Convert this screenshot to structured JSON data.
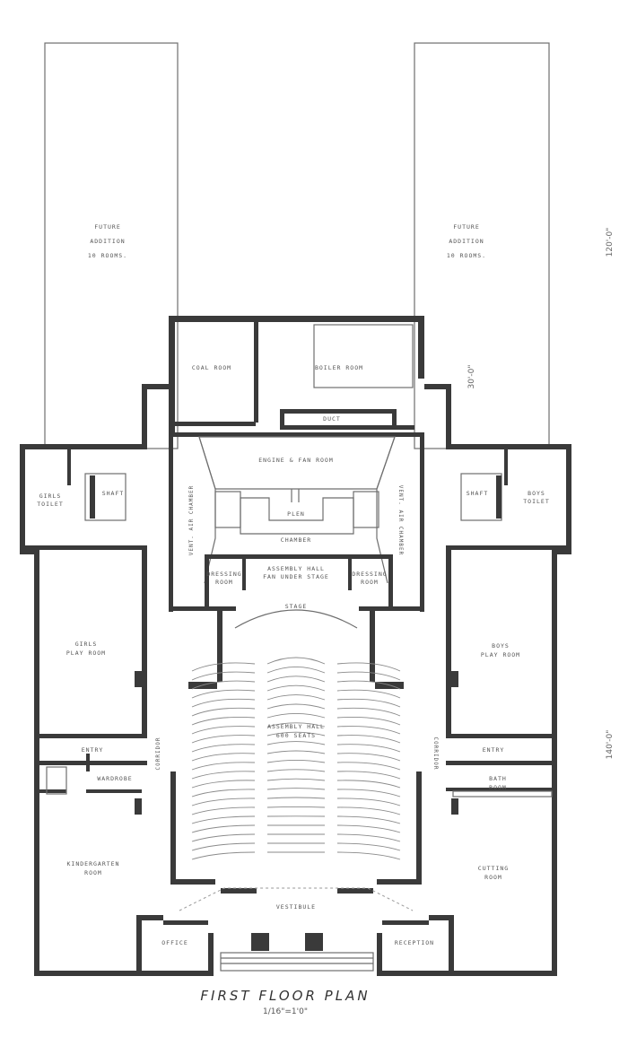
{
  "labels": {
    "future_left": [
      "FUTURE",
      "ADDITION",
      "10 ROOMS."
    ],
    "future_right": [
      "FUTURE",
      "ADDITION",
      "10 ROOMS."
    ],
    "coal_room": "COAL ROOM",
    "boiler_room": "BOILER ROOM",
    "duct": "DUCT",
    "engine_fan_room": "ENGINE & FAN ROOM",
    "plen": "PLEN",
    "chamber": "CHAMBER",
    "girls_toilet": [
      "GIRLS",
      "TOILET"
    ],
    "shaft_left": "SHAFT",
    "boys_toilet": [
      "BOYS",
      "TOILET"
    ],
    "shaft_right": "SHAFT",
    "vent_air_chamber_left": "VENT. AIR CHAMBER",
    "vent_air_chamber_right": "VENT. AIR CHAMBER",
    "dressing_room_left": [
      "DRESSING",
      "ROOM"
    ],
    "dressing_room_right": [
      "DRESSING",
      "ROOM"
    ],
    "assembly_hall_under_stage": [
      "ASSEMBLY HALL",
      "FAN UNDER STAGE"
    ],
    "stage": "STAGE",
    "girls_play_room": [
      "GIRLS",
      "PLAY ROOM"
    ],
    "boys_play_room": [
      "BOYS",
      "PLAY ROOM"
    ],
    "assembly_hall": [
      "ASSEMBLY HALL",
      "600 SEATS"
    ],
    "entry_left": "ENTRY",
    "entry_right": "ENTRY",
    "corridor_left": "CORRIDOR",
    "corridor_right": "CORRIDOR",
    "wardrobe": "WARDROBE",
    "kindergarten_room": [
      "KINDERGARTEN",
      "ROOM"
    ],
    "bath_room": [
      "BATH",
      "ROOM"
    ],
    "cutting_room": [
      "CUTTING",
      "ROOM"
    ],
    "vestibule": "VESTIBULE",
    "office": "OFFICE",
    "reception_room": "RECEPTION"
  },
  "dimensions": {
    "right_upper": "120'-0\"",
    "right_lower": "140'-0\"",
    "duct_side": "30'-0\""
  },
  "title": {
    "main": "FIRST FLOOR PLAN",
    "scale": "1/16\"=1'0\""
  }
}
